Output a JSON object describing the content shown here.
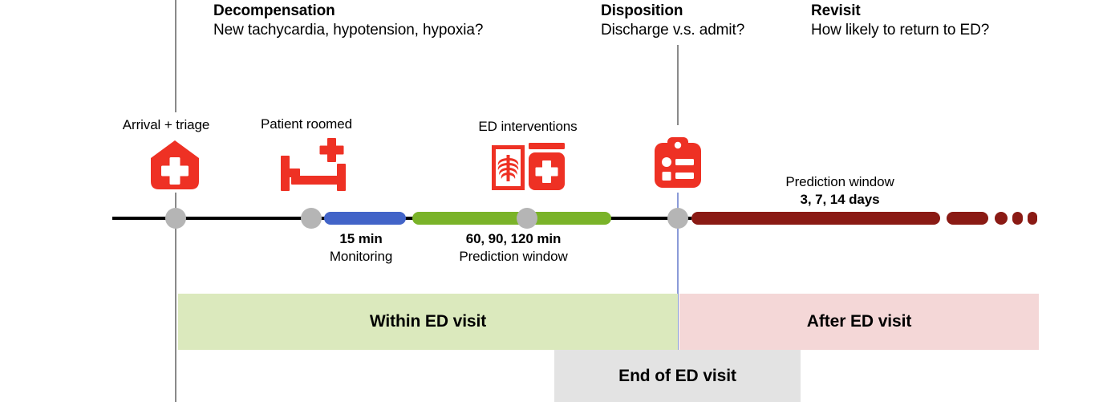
{
  "annotations": [
    {
      "name": "decompensation",
      "title": "Decompensation",
      "subtitle": "New tachycardia, hypotension, hypoxia?"
    },
    {
      "name": "disposition",
      "title": "Disposition",
      "subtitle": "Discharge v.s. admit?"
    },
    {
      "name": "revisit",
      "title": "Revisit",
      "subtitle": "How likely to return to ED?"
    }
  ],
  "events": [
    {
      "name": "arrival-triage",
      "label": "Arrival + triage",
      "icon": "hospital-icon"
    },
    {
      "name": "patient-roomed",
      "label": "Patient roomed",
      "icon": "hospital-bed-icon"
    },
    {
      "name": "ed-interventions",
      "label": "ED interventions",
      "icon": "xray-and-medkit-icon"
    },
    {
      "name": "disposition-event",
      "label": "",
      "icon": "clipboard-checklist-icon"
    }
  ],
  "segments": {
    "monitoring": {
      "line1": "15 min",
      "line2": "Monitoring",
      "color": "#4264c8"
    },
    "in_ed_prediction": {
      "line1": "60, 90, 120 min",
      "line2": "Prediction window",
      "color": "#7ab329"
    },
    "post_ed_prediction": {
      "line1": "Prediction window",
      "line2": "3, 7, 14 days",
      "color": "#8a1a14"
    }
  },
  "bands": [
    {
      "name": "within-ed-visit",
      "label": "Within ED visit",
      "color": "#dbe9bd"
    },
    {
      "name": "after-ed-visit",
      "label": "After ED visit",
      "color": "#f4d7d7"
    },
    {
      "name": "end-of-ed-visit",
      "label": "End of ED visit",
      "color": "#e3e3e3"
    }
  ],
  "colors": {
    "icon_red": "#ee3124",
    "axis_black": "#000000",
    "node_gray": "#b5b5b5",
    "guide_gray": "#8a8a8a",
    "guide_blue": "#8b9bd8"
  }
}
